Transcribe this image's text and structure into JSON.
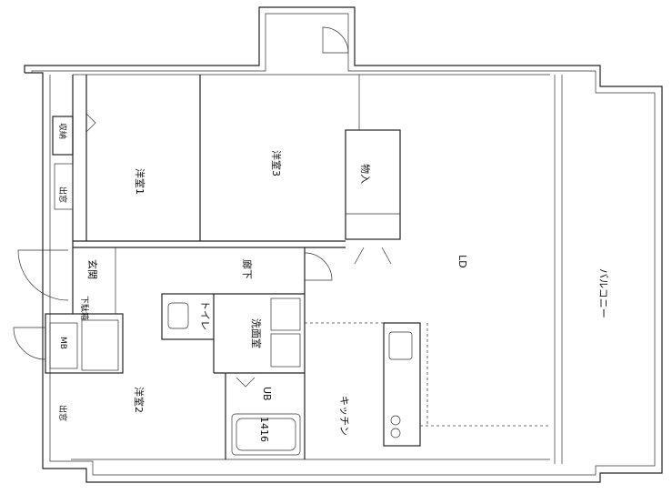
{
  "rooms": {
    "western1": "洋室1",
    "western3": "洋室3",
    "western2": "洋室2",
    "closet": "物入",
    "ld": "LD",
    "balcony": "バルコニー",
    "storage": "収納",
    "bay_window_upper": "出窓",
    "bay_window_lower": "出窓",
    "entrance": "玄関",
    "hallway": "廊下",
    "shoe_box": "下駄箱",
    "mb": "MB",
    "toilet": "トイレ",
    "washroom": "洗面室",
    "ub": "UB",
    "bath_size": "1416",
    "kitchen": "キッチン"
  }
}
